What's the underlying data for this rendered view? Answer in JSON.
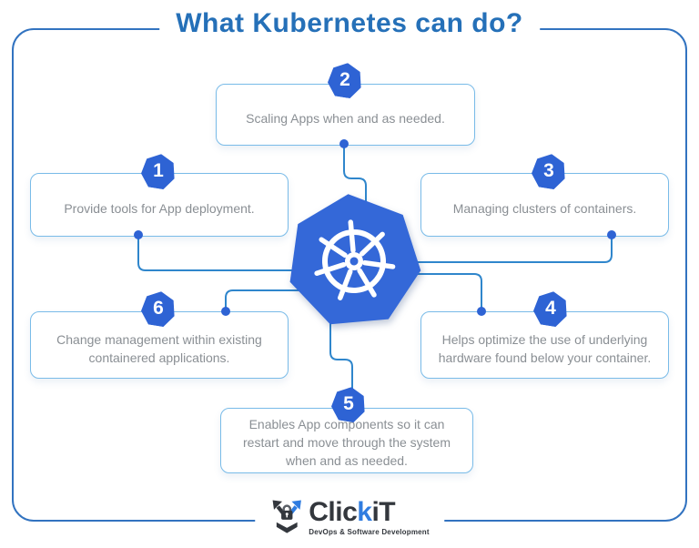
{
  "title": "What Kubernetes can do?",
  "boxes": [
    {
      "number": "1",
      "text": "Provide tools for App deployment."
    },
    {
      "number": "2",
      "text": "Scaling Apps when and as needed."
    },
    {
      "number": "3",
      "text": "Managing clusters of containers."
    },
    {
      "number": "4",
      "text": "Helps optimize the use of underlying hardware found below your container."
    },
    {
      "number": "5",
      "text": "Enables App components so it can restart and move through the system when and as needed."
    },
    {
      "number": "6",
      "text": "Change management within existing containered applications."
    }
  ],
  "center_icon": "kubernetes-helm-wheel",
  "footer": {
    "brand_prefix": "Clic",
    "brand_accent": "k",
    "brand_suffix": "iT",
    "tagline": "DevOps & Software Development"
  },
  "colors": {
    "title_blue": "#2570b8",
    "frame_blue": "#3273c0",
    "badge_blue": "#2e63d4",
    "kubernetes_blue": "#3468d8",
    "connector_blue": "#2f86cc",
    "box_border_blue": "#79bbe8",
    "body_text_gray": "#8a8f94",
    "brand_dark": "#33373d",
    "brand_accent_blue": "#2f7ce0"
  }
}
